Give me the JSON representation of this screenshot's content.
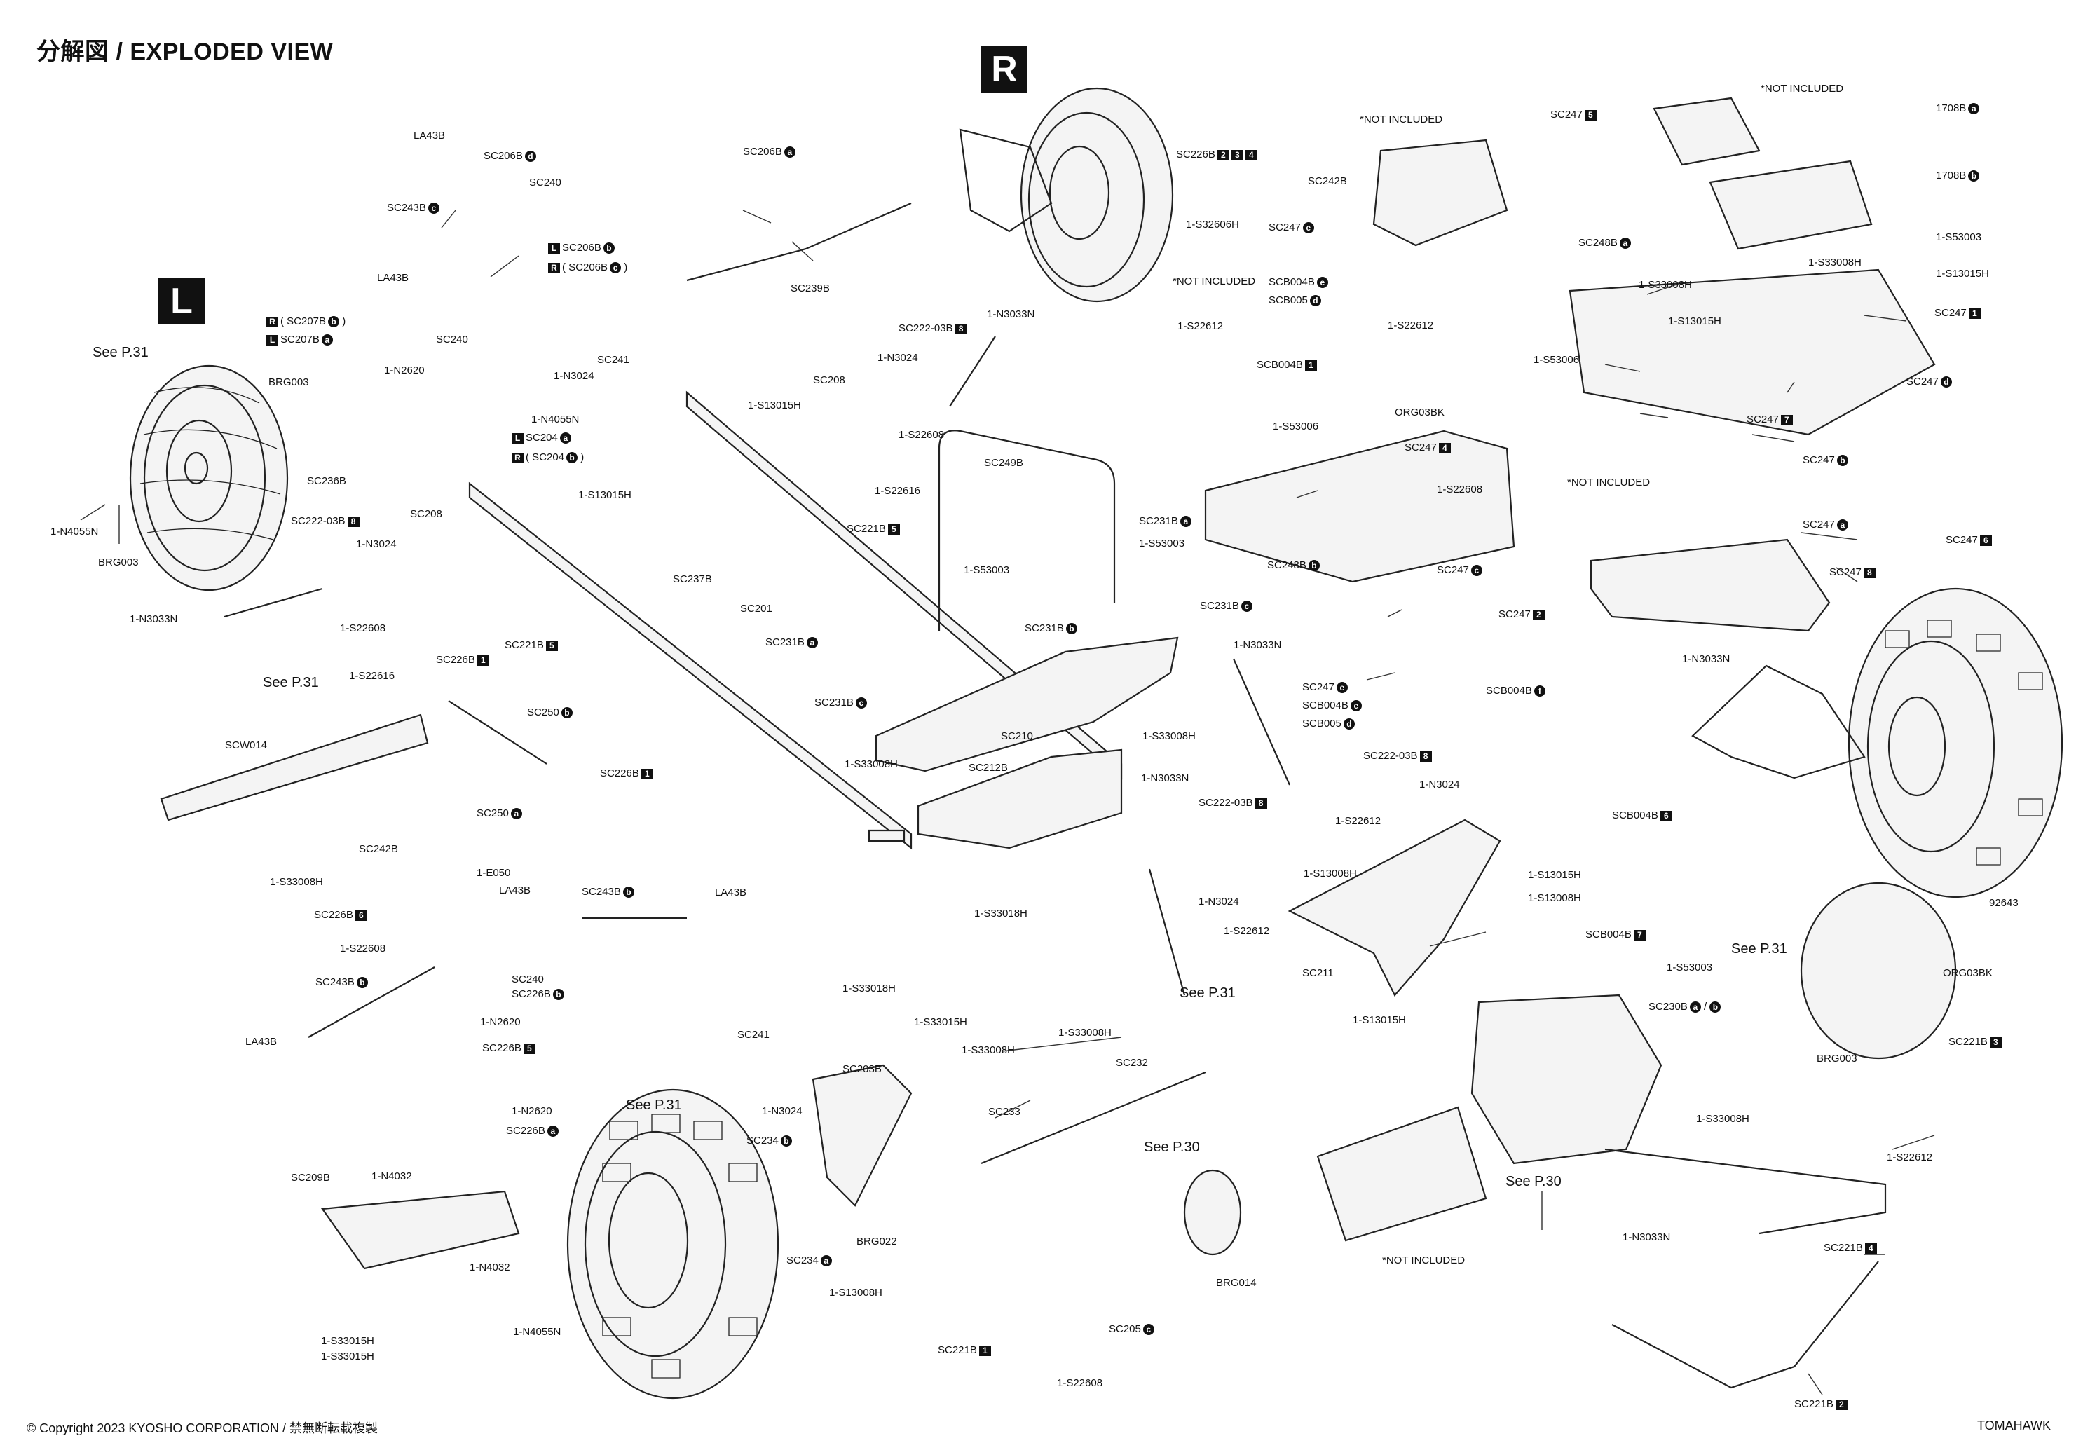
{
  "title": "分解図 / EXPLODED VIEW",
  "footer": {
    "copyright": "© Copyright 2023 KYOSHO CORPORATION / 禁無断転載複製",
    "model": "TOMAHAWK"
  },
  "side_badges": {
    "left": "L",
    "right": "R"
  },
  "labels": [
    {
      "id": "la43b-1",
      "text": "LA43B"
    },
    {
      "id": "sc206b-d",
      "text": "SC206B",
      "circle": "d"
    },
    {
      "id": "sc240-1",
      "text": "SC240"
    },
    {
      "id": "sc243b-c",
      "text": "SC243B",
      "circle": "c"
    },
    {
      "id": "sc206b-b",
      "text": "SC206B",
      "circle": "b",
      "prefix": "L"
    },
    {
      "id": "sc206b-c",
      "text": "( SC206B",
      "circle": "c",
      "prefix": "R",
      "suffix": " )"
    },
    {
      "id": "la43b-2",
      "text": "LA43B"
    },
    {
      "id": "sc207b-b",
      "text": "( SC207B",
      "circle": "b",
      "prefix": "R",
      "suffix": " )"
    },
    {
      "id": "sc207b-a",
      "text": "SC207B",
      "circle": "a",
      "prefix": "L"
    },
    {
      "id": "sc240-2",
      "text": "SC240"
    },
    {
      "id": "n2620-1",
      "text": "1-N2620"
    },
    {
      "id": "brg003-1",
      "text": "BRG003"
    },
    {
      "id": "sc241-1",
      "text": "SC241"
    },
    {
      "id": "n3024-1",
      "text": "1-N3024"
    },
    {
      "id": "n4055n-1",
      "text": "1-N4055N"
    },
    {
      "id": "sc204-a",
      "text": "SC204",
      "circle": "a",
      "prefix": "L"
    },
    {
      "id": "sc204-b",
      "text": "( SC204",
      "circle": "b",
      "prefix": "R",
      "suffix": " )"
    },
    {
      "id": "sc236b",
      "text": "SC236B"
    },
    {
      "id": "see-p31-1",
      "text": "See P.31",
      "see": true
    },
    {
      "id": "n4055n-2",
      "text": "1-N4055N"
    },
    {
      "id": "brg003-2",
      "text": "BRG003"
    },
    {
      "id": "sc206b-a",
      "text": "SC206B",
      "circle": "a"
    },
    {
      "id": "sc239b",
      "text": "SC239B"
    },
    {
      "id": "sc226b-234",
      "text": "SC226B",
      "tags": [
        "2",
        "3",
        "4"
      ]
    },
    {
      "id": "sc242b-1",
      "text": "SC242B"
    },
    {
      "id": "not-incl-1",
      "text": "*NOT INCLUDED"
    },
    {
      "id": "s32606h",
      "text": "1-S32606H"
    },
    {
      "id": "not-incl-2",
      "text": "*NOT INCLUDED"
    },
    {
      "id": "sc247-e-1",
      "text": "SC247",
      "circle": "e"
    },
    {
      "id": "scb004b-e-1",
      "text": "SCB004B",
      "circle": "e"
    },
    {
      "id": "scb005-d-1",
      "text": "SCB005",
      "circle": "d"
    },
    {
      "id": "sc247-5",
      "text": "SC247",
      "tags": [
        "5"
      ]
    },
    {
      "id": "not-incl-3",
      "text": "*NOT INCLUDED"
    },
    {
      "id": "1708b-a",
      "text": "1708B",
      "circle": "a"
    },
    {
      "id": "1708b-b",
      "text": "1708B",
      "circle": "b"
    },
    {
      "id": "s53003-1",
      "text": "1-S53003"
    },
    {
      "id": "sc248b-a",
      "text": "SC248B",
      "circle": "a"
    },
    {
      "id": "s33008h-1",
      "text": "1-S33008H"
    },
    {
      "id": "s33008h-2",
      "text": "1-S33008H"
    },
    {
      "id": "s13015h-1",
      "text": "1-S13015H"
    },
    {
      "id": "s13015h-2",
      "text": "1-S13015H"
    },
    {
      "id": "sc247-1",
      "text": "SC247",
      "tags": [
        "1"
      ]
    },
    {
      "id": "sc247-d",
      "text": "SC247",
      "circle": "d"
    },
    {
      "id": "sc247-7",
      "text": "SC247",
      "tags": [
        "7"
      ]
    },
    {
      "id": "sc247-b",
      "text": "SC247",
      "circle": "b"
    },
    {
      "id": "not-incl-4",
      "text": "*NOT INCLUDED"
    },
    {
      "id": "sc247-a",
      "text": "SC247",
      "circle": "a"
    },
    {
      "id": "sc247-6",
      "text": "SC247",
      "tags": [
        "6"
      ]
    },
    {
      "id": "sc247-8",
      "text": "SC247",
      "tags": [
        "8"
      ]
    },
    {
      "id": "n3033n-1",
      "text": "1-N3033N"
    },
    {
      "id": "s22612-1",
      "text": "1-S22612"
    },
    {
      "id": "s22612-2",
      "text": "1-S22612"
    },
    {
      "id": "scb004b-1",
      "text": "SCB004B",
      "tags": [
        "1"
      ]
    },
    {
      "id": "s53006-1",
      "text": "1-S53006"
    },
    {
      "id": "org03bk-1",
      "text": "ORG03BK"
    },
    {
      "id": "s53006-2",
      "text": "1-S53006"
    },
    {
      "id": "sc247-4",
      "text": "SC247",
      "tags": [
        "4"
      ]
    },
    {
      "id": "s22608-1",
      "text": "1-S22608"
    },
    {
      "id": "sc248b-b",
      "text": "SC248B",
      "circle": "b"
    },
    {
      "id": "sc247-c",
      "text": "SC247",
      "circle": "c"
    },
    {
      "id": "sc247-2",
      "text": "SC247",
      "tags": [
        "2"
      ]
    },
    {
      "id": "sc247-e-2",
      "text": "SC247",
      "circle": "e"
    },
    {
      "id": "scb004b-e-2",
      "text": "SCB004B",
      "circle": "e"
    },
    {
      "id": "scb005-d-2",
      "text": "SCB005",
      "circle": "d"
    },
    {
      "id": "sc222-03b-8-1",
      "text": "SC222-03B",
      "tags": [
        "8"
      ]
    },
    {
      "id": "n3033n-2",
      "text": "1-N3033N"
    },
    {
      "id": "n3024-2",
      "text": "1-N3024"
    },
    {
      "id": "sc208-1",
      "text": "SC208"
    },
    {
      "id": "s13015h-3",
      "text": "1-S13015H"
    },
    {
      "id": "s22608-2",
      "text": "1-S22608"
    },
    {
      "id": "s22616-1",
      "text": "1-S22616"
    },
    {
      "id": "sc221b-5-1",
      "text": "SC221B",
      "tags": [
        "5"
      ]
    },
    {
      "id": "sc249b",
      "text": "SC249B"
    },
    {
      "id": "s13015h-4",
      "text": "1-S13015H"
    },
    {
      "id": "sc231b-a-1",
      "text": "SC231B",
      "circle": "a"
    },
    {
      "id": "s53003-2",
      "text": "1-S53003"
    },
    {
      "id": "sc231b-c-1",
      "text": "SC231B",
      "circle": "c"
    },
    {
      "id": "sc237b",
      "text": "SC237B"
    },
    {
      "id": "s53003-3",
      "text": "1-S53003"
    },
    {
      "id": "sc231b-b",
      "text": "SC231B",
      "circle": "b"
    },
    {
      "id": "n3033n-3",
      "text": "1-N3033N"
    },
    {
      "id": "sc222-03b-8-2",
      "text": "SC222-03B",
      "tags": [
        "8"
      ]
    },
    {
      "id": "n3024-3",
      "text": "1-N3024"
    },
    {
      "id": "sc208-2",
      "text": "SC208"
    },
    {
      "id": "n3033n-4",
      "text": "1-N3033N"
    },
    {
      "id": "s22608-3",
      "text": "1-S22608"
    },
    {
      "id": "s22616-2",
      "text": "1-S22616"
    },
    {
      "id": "sc226b-1-1",
      "text": "SC226B",
      "tags": [
        "1"
      ]
    },
    {
      "id": "sc221b-5-2",
      "text": "SC221B",
      "tags": [
        "5"
      ]
    },
    {
      "id": "sc201",
      "text": "SC201"
    },
    {
      "id": "see-p31-2",
      "text": "See P.31",
      "see": true
    },
    {
      "id": "sc231b-a-2",
      "text": "SC231B",
      "circle": "a"
    },
    {
      "id": "sc231b-c-2",
      "text": "SC231B",
      "circle": "c"
    },
    {
      "id": "sc210",
      "text": "SC210"
    },
    {
      "id": "s33008h-3",
      "text": "1-S33008H"
    },
    {
      "id": "sc250-b",
      "text": "SC250",
      "circle": "b"
    },
    {
      "id": "scw014",
      "text": "SCW014"
    },
    {
      "id": "sc226b-1-2",
      "text": "SC226B",
      "tags": [
        "1"
      ]
    },
    {
      "id": "s33008h-4",
      "text": "1-S33008H"
    },
    {
      "id": "sc212b",
      "text": "SC212B"
    },
    {
      "id": "sc250-a",
      "text": "SC250",
      "circle": "a"
    },
    {
      "id": "s33008h-5",
      "text": "1-S33008H"
    },
    {
      "id": "sc242b-2",
      "text": "SC242B"
    },
    {
      "id": "e050",
      "text": "1-E050"
    },
    {
      "id": "sc226b-6",
      "text": "SC226B",
      "tags": [
        "6"
      ]
    },
    {
      "id": "la43b-3",
      "text": "LA43B"
    },
    {
      "id": "sc243b-b-1",
      "text": "SC243B",
      "circle": "b"
    },
    {
      "id": "la43b-4",
      "text": "LA43B"
    },
    {
      "id": "s22608-4",
      "text": "1-S22608"
    },
    {
      "id": "sc240-3",
      "text": "SC240"
    },
    {
      "id": "sc226b-b",
      "text": "SC226B",
      "circle": "b"
    },
    {
      "id": "sc243b-b-2",
      "text": "SC243B",
      "circle": "b"
    },
    {
      "id": "n2620-2",
      "text": "1-N2620"
    },
    {
      "id": "la43b-5",
      "text": "LA43B"
    },
    {
      "id": "sc226b-5",
      "text": "SC226B",
      "tags": [
        "5"
      ]
    },
    {
      "id": "n2620-3",
      "text": "1-N2620"
    },
    {
      "id": "sc226b-a",
      "text": "SC226B",
      "circle": "a"
    },
    {
      "id": "sc209b",
      "text": "SC209B"
    },
    {
      "id": "n4032-1",
      "text": "1-N4032"
    },
    {
      "id": "n4032-2",
      "text": "1-N4032"
    },
    {
      "id": "n4055n-3",
      "text": "1-N4055N"
    },
    {
      "id": "s33015h-1",
      "text": "1-S33015H"
    },
    {
      "id": "s33015h-2",
      "text": "1-S33015H"
    },
    {
      "id": "s33018h-1",
      "text": "1-S33018H"
    },
    {
      "id": "s33018h-2",
      "text": "1-S33018H"
    },
    {
      "id": "s33015h-3",
      "text": "1-S33015H"
    },
    {
      "id": "s33008h-6",
      "text": "1-S33008H"
    },
    {
      "id": "s33008h-7",
      "text": "1-S33008H"
    },
    {
      "id": "n3033n-5",
      "text": "1-N3033N"
    },
    {
      "id": "sc222-03b-8-3",
      "text": "SC222-03B",
      "tags": [
        "8"
      ]
    },
    {
      "id": "see-p31-3",
      "text": "See P.31",
      "see": true
    },
    {
      "id": "s13008h-1",
      "text": "1-S13008H"
    },
    {
      "id": "n3024-4",
      "text": "1-N3024"
    },
    {
      "id": "s22612-3",
      "text": "1-S22612"
    },
    {
      "id": "sc211",
      "text": "SC211"
    },
    {
      "id": "s13015h-5",
      "text": "1-S13015H"
    },
    {
      "id": "scb004b-f",
      "text": "SCB004B",
      "circle": "f"
    },
    {
      "id": "sc222-03b-8-4",
      "text": "SC222-03B",
      "tags": [
        "8"
      ]
    },
    {
      "id": "n3024-5",
      "text": "1-N3024"
    },
    {
      "id": "s22612-4",
      "text": "1-S22612"
    },
    {
      "id": "scb004b-6",
      "text": "SCB004B",
      "tags": [
        "6"
      ]
    },
    {
      "id": "s13015h-6",
      "text": "1-S13015H"
    },
    {
      "id": "s13008h-2",
      "text": "1-S13008H"
    },
    {
      "id": "scb004b-7",
      "text": "SCB004B",
      "tags": [
        "7"
      ]
    },
    {
      "id": "sc241-2",
      "text": "SC241"
    },
    {
      "id": "sc203b",
      "text": "SC203B"
    },
    {
      "id": "n3024-6",
      "text": "1-N3024"
    },
    {
      "id": "sc234-b",
      "text": "SC234",
      "circle": "b"
    },
    {
      "id": "see-p31-4",
      "text": "See P.31",
      "see": true
    },
    {
      "id": "sc233",
      "text": "SC233"
    },
    {
      "id": "sc232",
      "text": "SC232"
    },
    {
      "id": "brg022",
      "text": "BRG022"
    },
    {
      "id": "sc234-a",
      "text": "SC234",
      "circle": "a"
    },
    {
      "id": "see-p30-1",
      "text": "See P.30",
      "see": true
    },
    {
      "id": "s13008h-3",
      "text": "1-S13008H"
    },
    {
      "id": "sc221b-1",
      "text": "SC221B",
      "tags": [
        "1"
      ]
    },
    {
      "id": "s22608-5",
      "text": "1-S22608"
    },
    {
      "id": "sc205-c",
      "text": "SC205",
      "circle": "c"
    },
    {
      "id": "brg014",
      "text": "BRG014"
    },
    {
      "id": "not-incl-5",
      "text": "*NOT INCLUDED"
    },
    {
      "id": "see-p30-2",
      "text": "See P.30",
      "see": true
    },
    {
      "id": "s53003-4",
      "text": "1-S53003"
    },
    {
      "id": "see-p31-5",
      "text": "See P.31",
      "see": true
    },
    {
      "id": "sc230b",
      "text": "SC230B",
      "circle": "a",
      "circle2": "b"
    },
    {
      "id": "brg003-3",
      "text": "BRG003"
    },
    {
      "id": "s33008h-8",
      "text": "1-S33008H"
    },
    {
      "id": "g92643",
      "text": "92643"
    },
    {
      "id": "org03bk-2",
      "text": "ORG03BK"
    },
    {
      "id": "sc221b-3",
      "text": "SC221B",
      "tags": [
        "3"
      ]
    },
    {
      "id": "s22612-5",
      "text": "1-S22612"
    },
    {
      "id": "n3033n-6",
      "text": "1-N3033N"
    },
    {
      "id": "sc221b-4",
      "text": "SC221B",
      "tags": [
        "4"
      ]
    },
    {
      "id": "sc221b-2",
      "text": "SC221B",
      "tags": [
        "2"
      ]
    }
  ]
}
